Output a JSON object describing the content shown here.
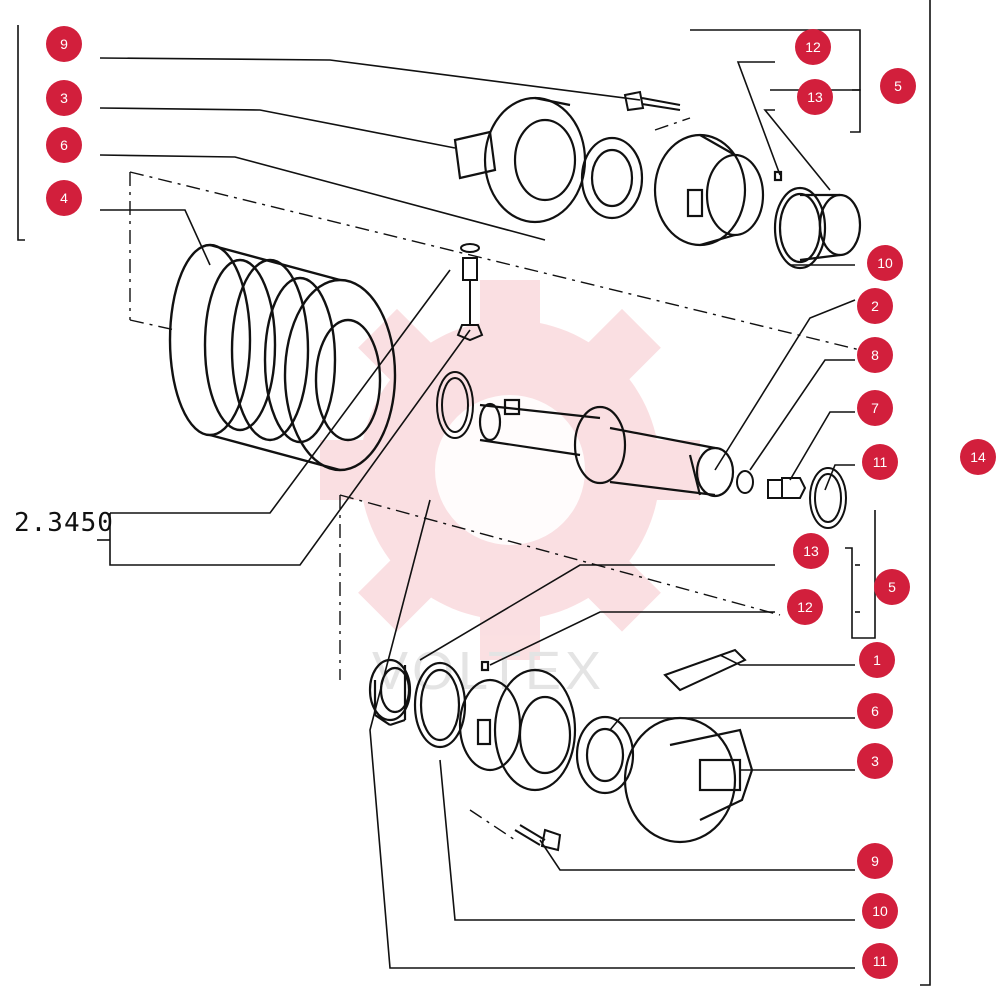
{
  "diagram": {
    "reference_label": "2.3450",
    "watermark_text": "VOLTEX",
    "accent_color": "#d21f3c",
    "callouts": [
      {
        "id": "c-9a",
        "label": "9"
      },
      {
        "id": "c-3a",
        "label": "3"
      },
      {
        "id": "c-6a",
        "label": "6"
      },
      {
        "id": "c-4a",
        "label": "4"
      },
      {
        "id": "c-12a",
        "label": "12"
      },
      {
        "id": "c-13a",
        "label": "13"
      },
      {
        "id": "c-5a",
        "label": "5"
      },
      {
        "id": "c-10a",
        "label": "10"
      },
      {
        "id": "c-2a",
        "label": "2"
      },
      {
        "id": "c-8a",
        "label": "8"
      },
      {
        "id": "c-7a",
        "label": "7"
      },
      {
        "id": "c-11a",
        "label": "11"
      },
      {
        "id": "c-14a",
        "label": "14"
      },
      {
        "id": "c-13b",
        "label": "13"
      },
      {
        "id": "c-5b",
        "label": "5"
      },
      {
        "id": "c-12b",
        "label": "12"
      },
      {
        "id": "c-1a",
        "label": "1"
      },
      {
        "id": "c-6b",
        "label": "6"
      },
      {
        "id": "c-3b",
        "label": "3"
      },
      {
        "id": "c-9b",
        "label": "9"
      },
      {
        "id": "c-10b",
        "label": "10"
      },
      {
        "id": "c-11b",
        "label": "11"
      }
    ]
  }
}
